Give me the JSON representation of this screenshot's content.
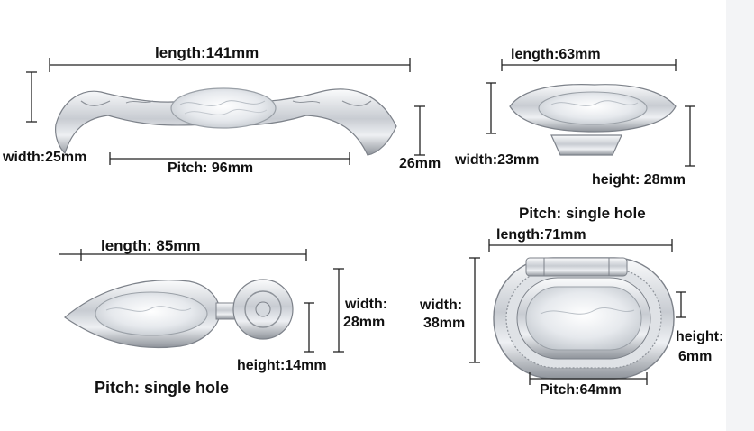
{
  "image_caption": "Four silver cabinet handles with marbled ceramic inserts, each annotated with dimensions",
  "background_color": "#ffffff",
  "handles": [
    {
      "id": "handle-1",
      "type": "bar pull",
      "labels": {
        "length": "length:141mm",
        "width": "width:25mm",
        "pitch": "Pitch: 96mm",
        "height": "26mm"
      }
    },
    {
      "id": "handle-2",
      "type": "knob",
      "labels": {
        "length": "length:63mm",
        "width": "width:23mm",
        "height": "height: 28mm",
        "pitch": "Pitch: single hole"
      }
    },
    {
      "id": "handle-3",
      "type": "drop pull",
      "labels": {
        "length": "length: 85mm",
        "width_line1": "width:",
        "width_line2": "28mm",
        "height": "height:14mm",
        "pitch": "Pitch: single hole"
      }
    },
    {
      "id": "handle-4",
      "type": "recessed ring pull",
      "labels": {
        "length": "length:71mm",
        "width_line1": "width:",
        "width_line2": "38mm",
        "height_line1": "height:",
        "height_line2": "6mm",
        "pitch": "Pitch:64mm"
      }
    }
  ],
  "colors": {
    "silver_dark": "#8f949b",
    "silver_light": "#eef0f3",
    "insert": "#e3e6ea"
  }
}
